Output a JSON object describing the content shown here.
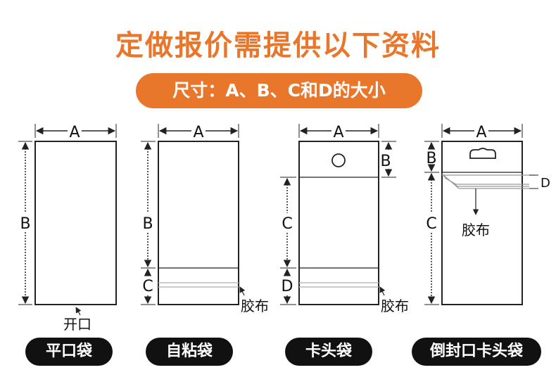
{
  "header": {
    "title": "定做报价需提供以下资料",
    "subtitle": "尺寸：A、B、C和D的大小"
  },
  "colors": {
    "accent": "#e8762b",
    "pill_dark": "#111111",
    "line": "#222222"
  },
  "bags": [
    {
      "name": "平口袋",
      "dims": {
        "a": "A",
        "b": "B"
      },
      "notes": {
        "opening": "开口"
      }
    },
    {
      "name": "自粘袋",
      "dims": {
        "a": "A",
        "b": "B",
        "c": "C"
      },
      "notes": {
        "adhesive": "胶布"
      }
    },
    {
      "name": "卡头袋",
      "dims": {
        "a": "A",
        "b": "B",
        "c": "C",
        "d": "D"
      },
      "notes": {
        "adhesive": "胶布"
      },
      "icons": [
        "hang-hole-icon"
      ]
    },
    {
      "name": "倒封口卡头袋",
      "dims": {
        "a": "A",
        "b": "B",
        "c": "C",
        "d": "D"
      },
      "notes": {
        "adhesive": "胶布"
      },
      "icons": [
        "euro-hang-hole-icon"
      ]
    }
  ]
}
